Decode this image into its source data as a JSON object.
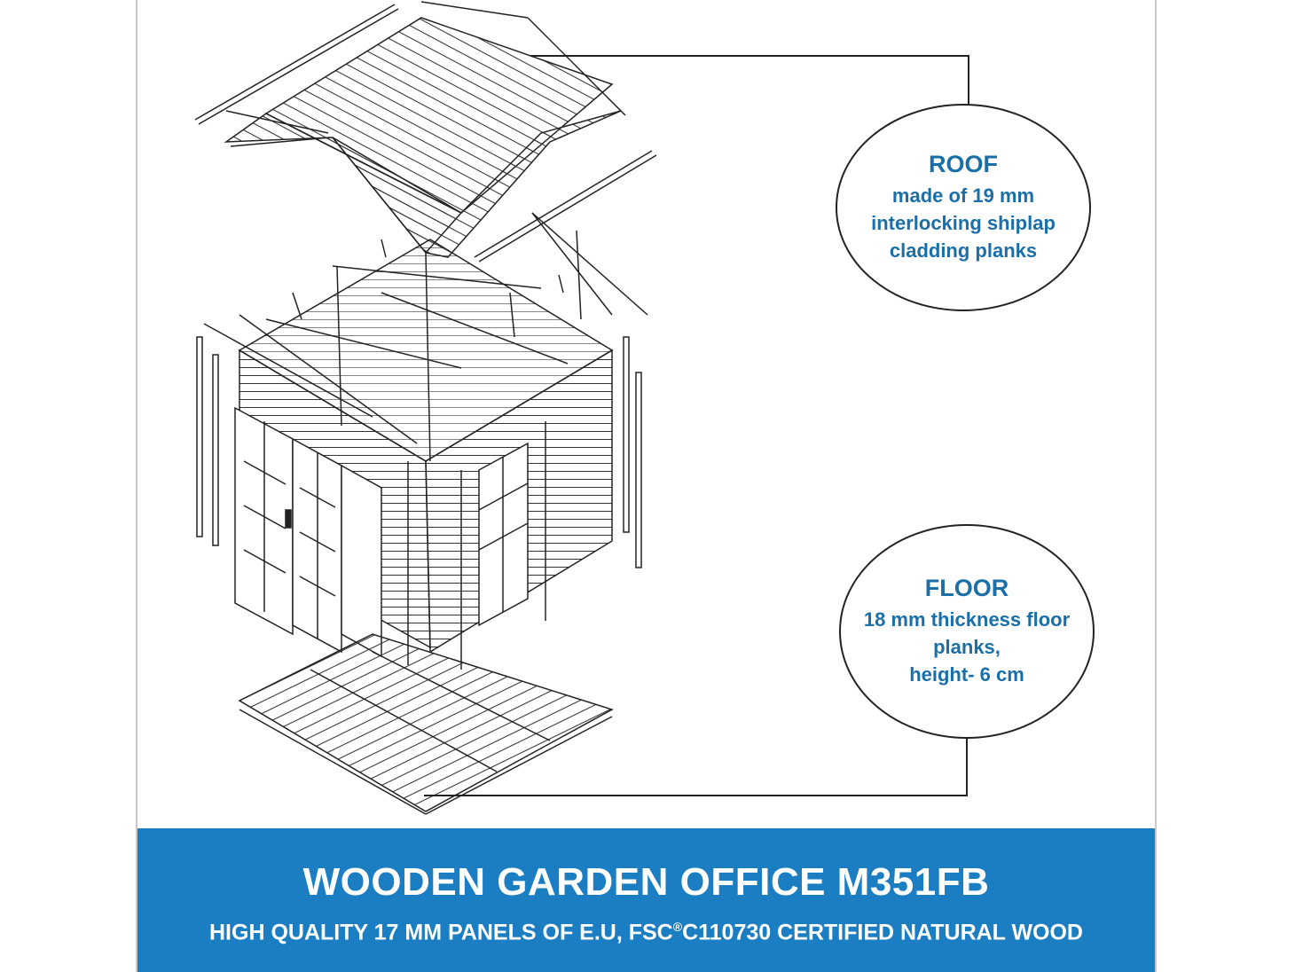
{
  "roof_callout": {
    "heading": "ROOF",
    "lines": [
      "made of 19 mm",
      "interlocking shiplap",
      "cladding planks"
    ]
  },
  "floor_callout": {
    "heading": "FLOOR",
    "lines": [
      "18 mm thickness floor",
      "planks,",
      "height- 6 cm"
    ]
  },
  "banner": {
    "title": "WOODEN GARDEN OFFICE M351FB",
    "subtitle_pre": "HIGH QUALITY 17 MM PANELS OF E.U, FSC",
    "subtitle_mark": "®",
    "subtitle_post": "C110730 CERTIFIED NATURAL WOOD"
  },
  "colors": {
    "accent_text": "#1b6fa8",
    "banner_bg": "#1b7ec2",
    "line": "#222222"
  },
  "icons": [
    "exploded-shed-drawing"
  ]
}
